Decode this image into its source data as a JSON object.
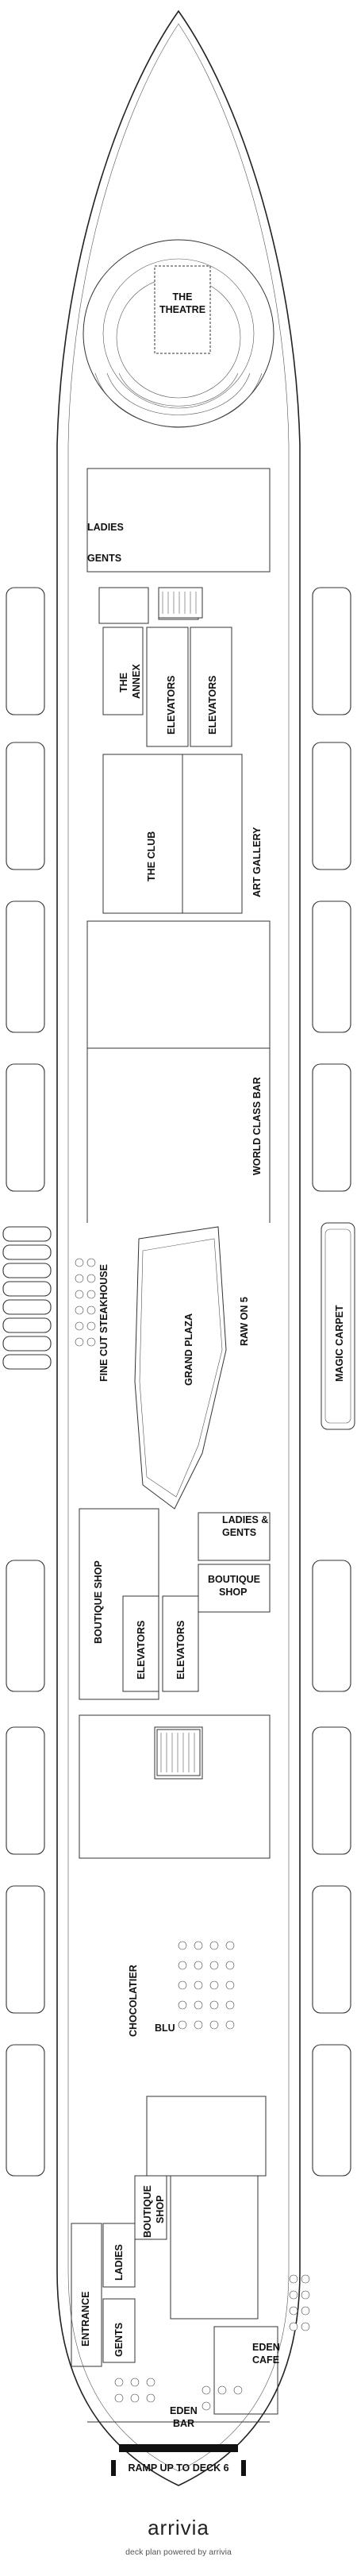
{
  "venues": {
    "the_theatre": [
      "THE",
      "THEATRE"
    ],
    "ladies_fwd": "LADIES",
    "gents_fwd": "GENTS",
    "the_annex": [
      "THE",
      "ANNEX"
    ],
    "elevators_fwd_1": "ELEVATORS",
    "elevators_fwd_2": "ELEVATORS",
    "the_club": "THE CLUB",
    "art_gallery": "ART GALLERY",
    "world_class_bar": "WORLD CLASS BAR",
    "fine_cut_steakhouse": "FINE CUT STEAKHOUSE",
    "grand_plaza": "GRAND PLAZA",
    "raw_on_5": "RAW ON 5",
    "magic_carpet": "MAGIC CARPET",
    "ladies_gents_mid": [
      "LADIES &",
      "GENTS"
    ],
    "boutique_shop_mid_1": "BOUTIQUE SHOP",
    "boutique_shop_mid_2": [
      "BOUTIQUE",
      "SHOP"
    ],
    "elevators_mid_1": "ELEVATORS",
    "elevators_mid_2": "ELEVATORS",
    "chocolatier": "CHOCOLATIER",
    "blu": "BLU",
    "boutique_shop_aft": [
      "BOUTIQUE",
      "SHOP"
    ],
    "ladies_aft": "LADIES",
    "gents_aft": "GENTS",
    "entrance": "ENTRANCE",
    "eden_cafe": [
      "EDEN",
      "CAFE"
    ],
    "eden_bar": [
      "EDEN",
      "BAR"
    ],
    "ramp": "RAMP UP TO DECK 6"
  },
  "footer": {
    "brand": "arrivia",
    "tagline": "deck plan powered by arrivia"
  }
}
